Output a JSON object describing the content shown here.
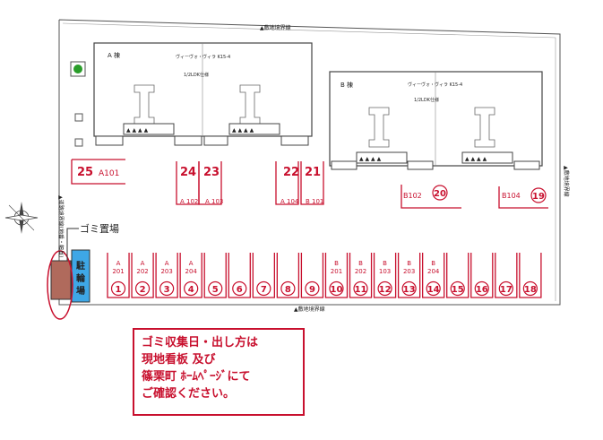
{
  "boundary_label": "▲敷地境界線",
  "building_a": {
    "label": "A 棟",
    "name": "ヴィーヴォ・ヴィラ K15-4",
    "sub": "1/2LDK仕様"
  },
  "building_b": {
    "label": "B 棟",
    "name": "ヴィーヴォ・ヴィラ K15-4",
    "sub": "1/2LDK仕様"
  },
  "road_left_label": "▲道路境界線(地番・幅員)",
  "garbage_label": "ゴミ置場",
  "bicycle_label": "駐輪場",
  "spaces_top": [
    {
      "num": "25",
      "unit": "A101"
    },
    {
      "num": "24",
      "unit": "A 102"
    },
    {
      "num": "23",
      "unit": "A 103"
    },
    {
      "num": "22",
      "unit": "A 104"
    },
    {
      "num": "21",
      "unit": "B 101"
    },
    {
      "num": "20",
      "unit": "B102"
    },
    {
      "num": "19",
      "unit": "B104"
    }
  ],
  "spaces_bottom": [
    {
      "num": "1",
      "unit": "A 201"
    },
    {
      "num": "2",
      "unit": "A 202"
    },
    {
      "num": "3",
      "unit": "A 203"
    },
    {
      "num": "4",
      "unit": "A 204"
    },
    {
      "num": "5",
      "unit": ""
    },
    {
      "num": "6",
      "unit": ""
    },
    {
      "num": "7",
      "unit": ""
    },
    {
      "num": "8",
      "unit": ""
    },
    {
      "num": "9",
      "unit": ""
    },
    {
      "num": "10",
      "unit": "B 201"
    },
    {
      "num": "11",
      "unit": "B 202"
    },
    {
      "num": "12",
      "unit": "B 103"
    },
    {
      "num": "13",
      "unit": "B 203"
    },
    {
      "num": "14",
      "unit": "B 204"
    },
    {
      "num": "15",
      "unit": ""
    },
    {
      "num": "16",
      "unit": ""
    },
    {
      "num": "17",
      "unit": ""
    },
    {
      "num": "18",
      "unit": ""
    }
  ],
  "notice_lines": [
    "ゴミ収集日・出し方は",
    "現地看板  及び",
    "篠栗町  ﾎｰﾑﾍﾟｰｼﾞにて",
    "ご確認ください。"
  ],
  "colors": {
    "accent": "#c8102e",
    "bicycle": "#3ea7e6",
    "garbage": "#b06a5c",
    "line": "#555555",
    "tree": "#2a9d2a"
  }
}
